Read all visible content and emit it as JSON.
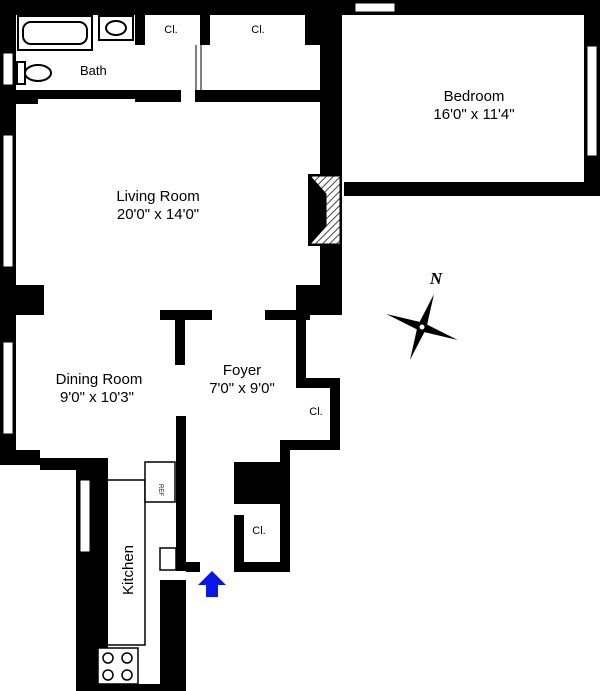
{
  "rooms": {
    "bedroom": {
      "name": "Bedroom",
      "size": "16'0\" x 11'4\""
    },
    "living": {
      "name": "Living Room",
      "size": "20'0\" x 14'0\""
    },
    "dining": {
      "name": "Dining Room",
      "size": "9'0\" x 10'3\""
    },
    "foyer": {
      "name": "Foyer",
      "size": "7'0\" x 9'0\""
    },
    "bath": {
      "name": "Bath"
    },
    "kitchen": {
      "name": "Kitchen"
    }
  },
  "closets": {
    "label": "Cl.",
    "top_left": "Cl.",
    "top_right": "Cl.",
    "foyer": "Cl.",
    "lower": "Cl."
  },
  "fixtures": {
    "refrigerator": "REF"
  },
  "compass": {
    "north": "N"
  },
  "entry": {
    "icon": "arrow-up-icon",
    "color": "#0a16e6"
  },
  "colors": {
    "wall": "#000000",
    "hatch": "#555555",
    "background": "#ffffff"
  }
}
